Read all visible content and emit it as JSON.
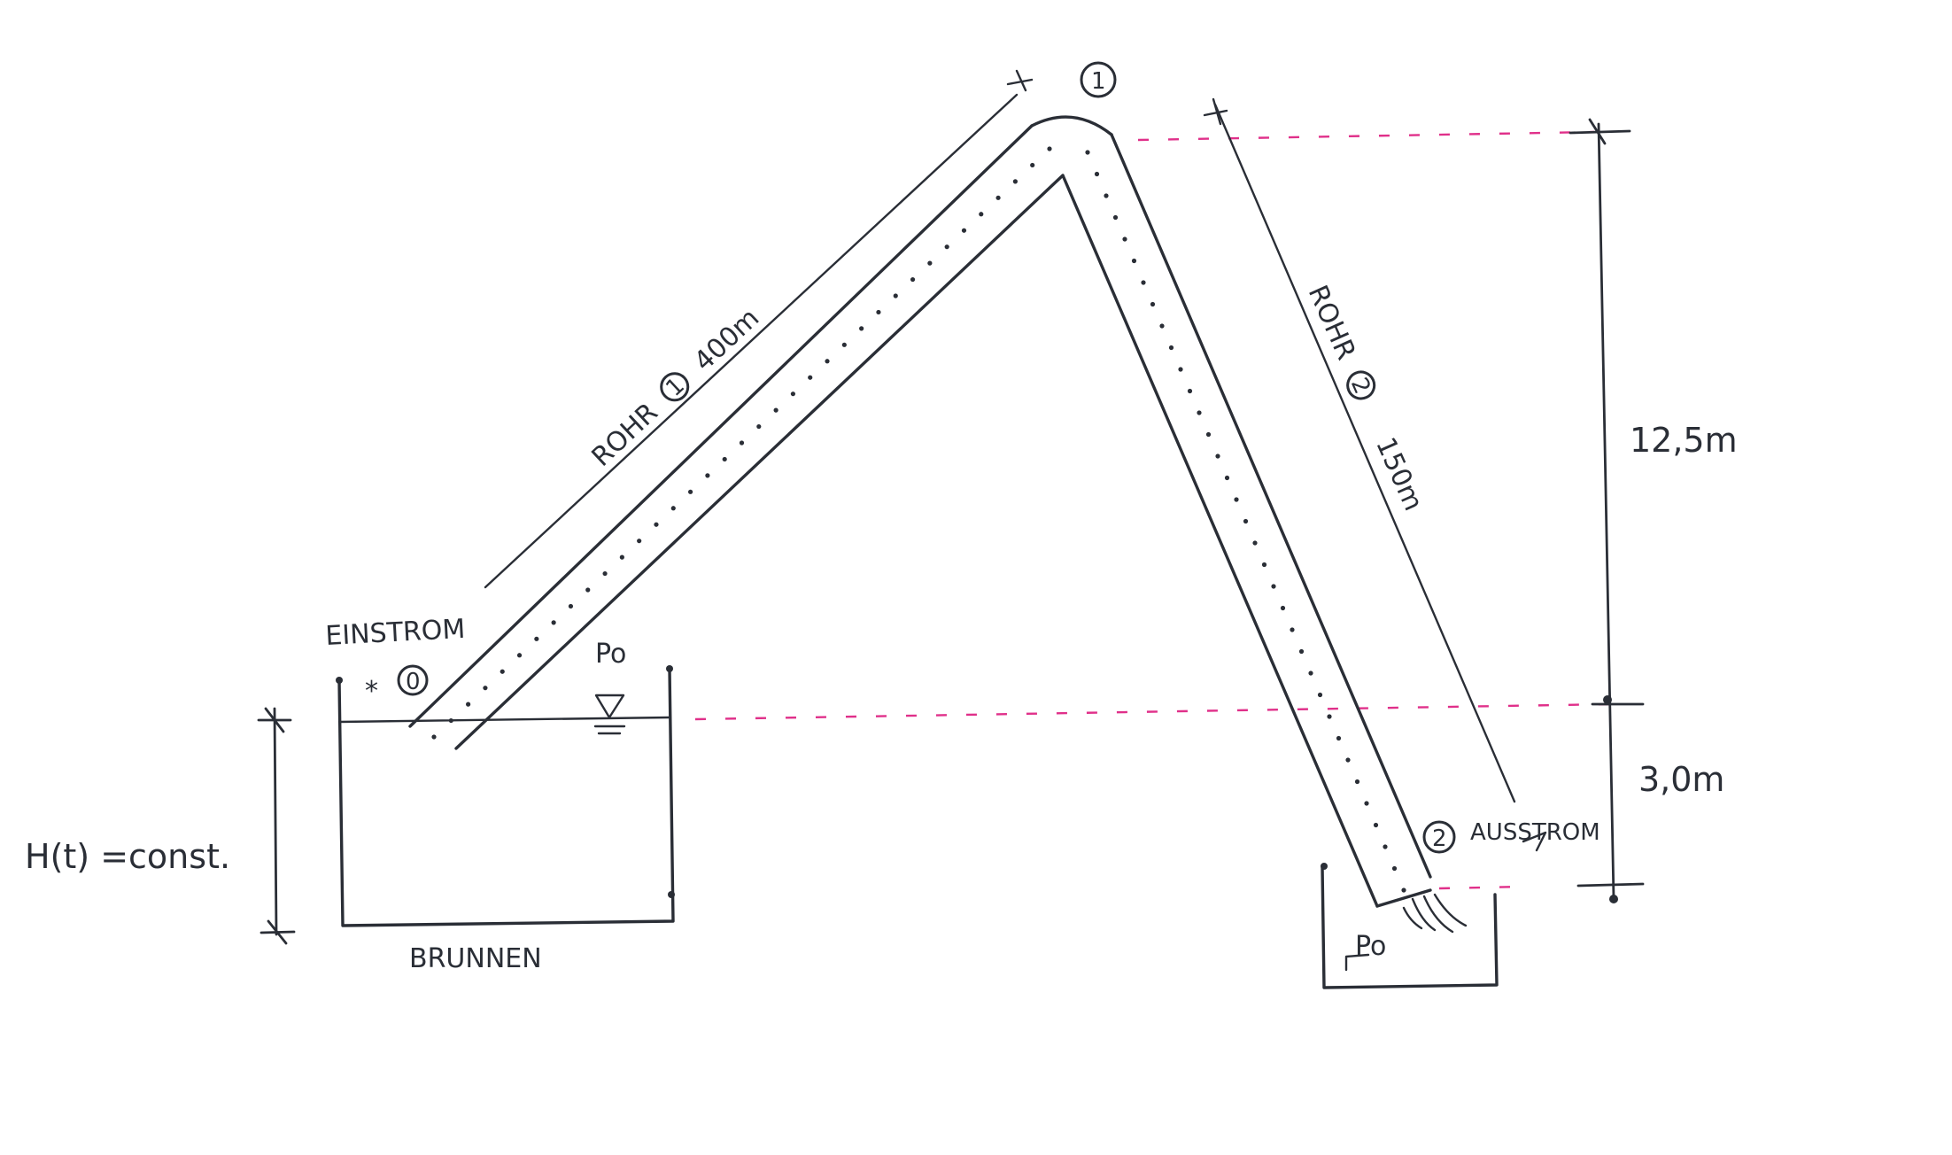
{
  "labels": {
    "einstrom": "EINSTROM",
    "point0": "0",
    "p0_left": "Po",
    "height_label": "H(t) =const.",
    "brunnen": "BRUNNEN",
    "point1": "1",
    "rohr1_label": "ROHR",
    "rohr1_num": "1",
    "rohr1_length": "400m",
    "rohr2_label": "ROHR",
    "rohr2_num": "2",
    "rohr2_length": "150m",
    "dim_upper": "12,5m",
    "dim_lower": "3,0m",
    "point2": "2",
    "ausstrom": "AUSSTROM",
    "p0_right": "Po"
  },
  "colors": {
    "ink": "#2a2e36",
    "reference_lines": "#e0308a",
    "background": "#ffffff"
  },
  "icons": {
    "water_level": "free-surface-triangle",
    "outflow_jet": "water-jet-strokes"
  }
}
